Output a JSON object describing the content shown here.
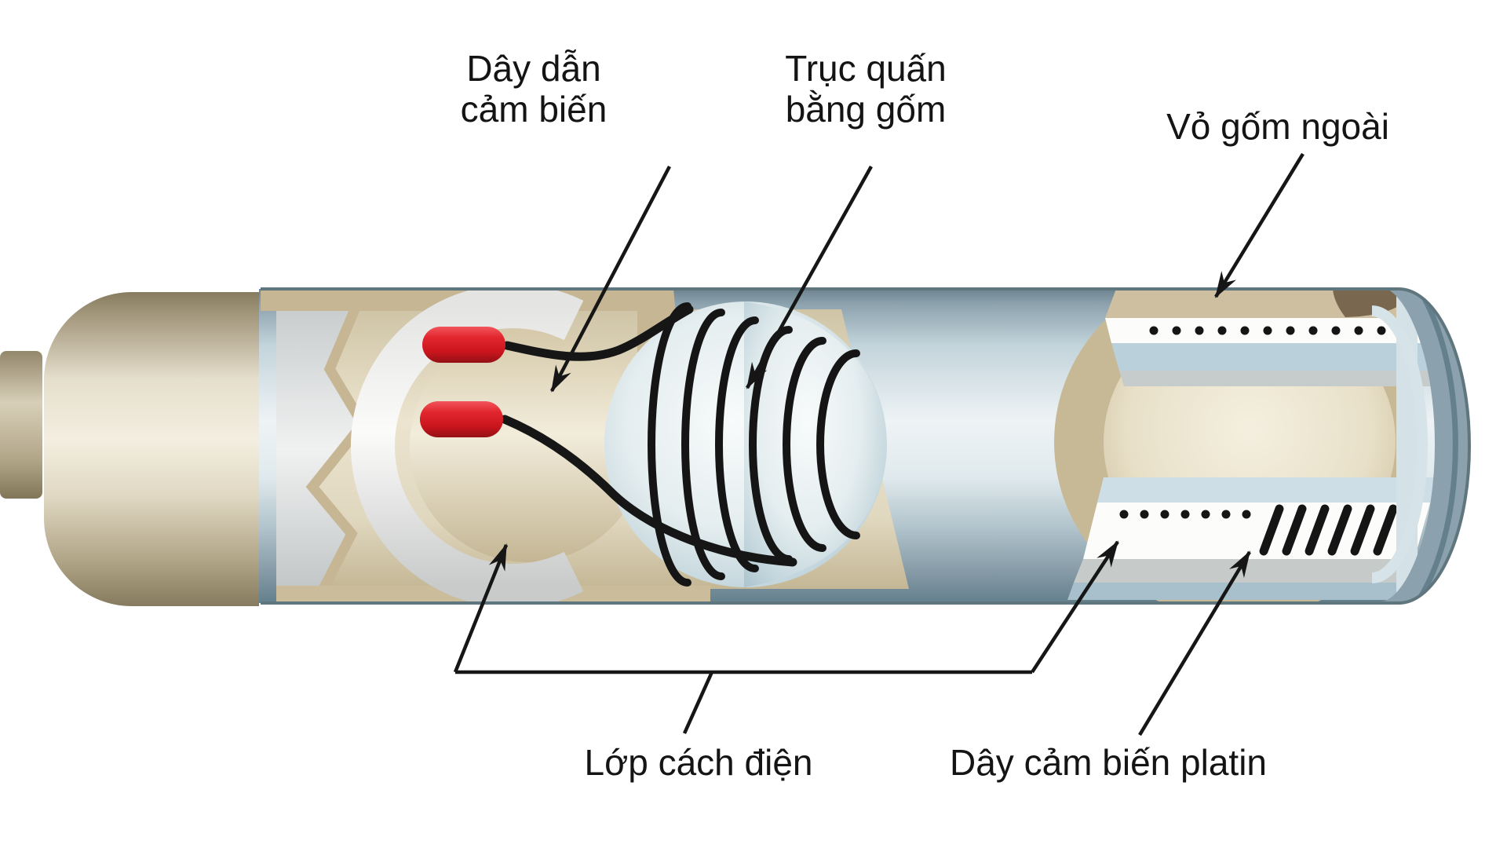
{
  "diagram": {
    "labels": {
      "sensor_lead_wire": "Dây dẫn\ncảm biến",
      "ceramic_winding_core": "Trục quấn\nbằng gốm",
      "outer_ceramic_shell": "Vỏ gốm ngoài",
      "insulation_layer": "Lớp cách điện",
      "platinum_sensor_wire": "Dây cảm biến platin"
    },
    "colors": {
      "background": "#ffffff",
      "label_text": "#141414",
      "leader_line": "#161616",
      "metal_cap_tan": "#f3eee0",
      "tube_blue_grey": "#c3d4db",
      "torn_edge_tan": "#c6b693",
      "insulation_white": "#fbfbfa",
      "inner_ceramic_cream": "#ece4cf",
      "terminal_red": "#e2262e",
      "coil_wire_black": "#161616",
      "right_core_tan": "#e8e0c8",
      "shell_wrap_blue": "#8ba1ad"
    }
  }
}
